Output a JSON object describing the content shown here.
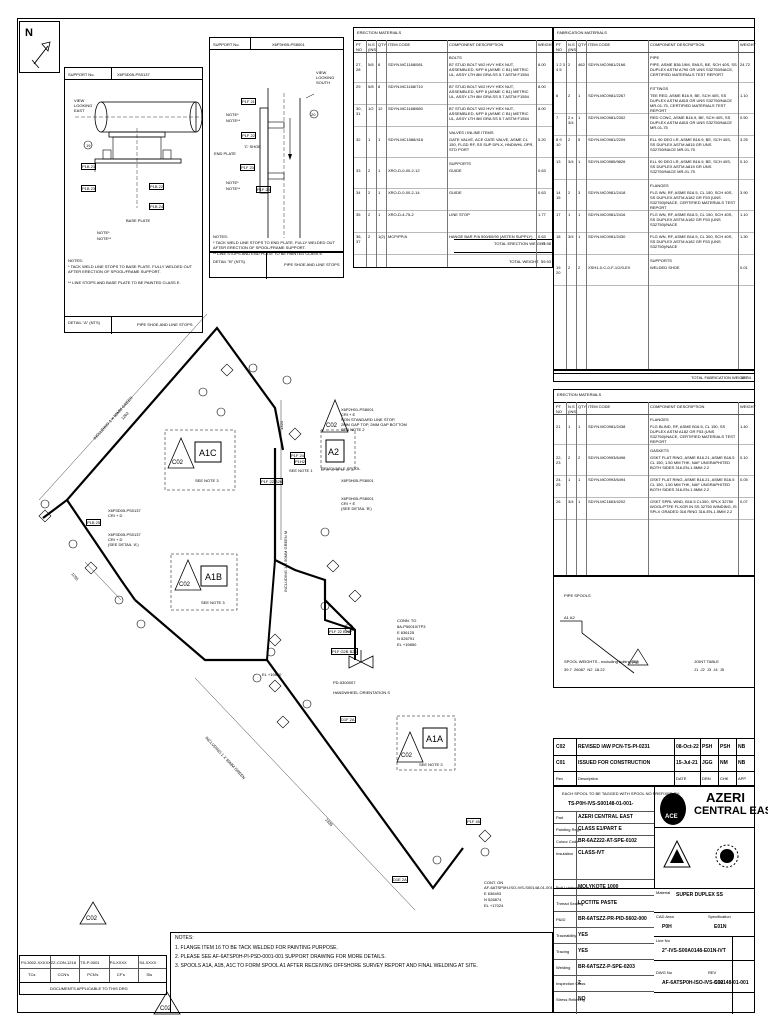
{
  "north": {
    "label": "N"
  },
  "detail_a": {
    "support_label": "SUPPORT No.",
    "support_no": "X6P3D05-PS0137",
    "view_label": "VIEW LOOKING EAST",
    "base_plate": "BASE PLATE",
    "note": "NOTE*",
    "note2": "NOTE**",
    "tags": [
      "P1B 21",
      "P1B 22",
      "P1B 23",
      "P1B 24"
    ],
    "notes_title": "NOTES:",
    "notes": [
      "* TACK WELD LINE STOPS TO BASE PLATE. FULLY WELDED OUT AFTER ERECTION OF SPOOL/FRAME SUPPORT.",
      "** LINE STOPS AND BASE PLATE TO BE PAINTED CLASS E."
    ],
    "title": "DETAIL \"A\" (NTS)",
    "title_right": "PIPE SHOE AND LINE STOPS"
  },
  "detail_b": {
    "support_label": "SUPPORT No.",
    "support_no": "X6P3H05-PS8001",
    "view_label": "VIEW LOOKING SOUTH",
    "end_plate": "END PLATE",
    "c_shoe": "'C' SHOE",
    "note": "NOTE*",
    "note2": "NOTE**",
    "tags": [
      "P1F 21",
      "P1F 22",
      "P1F 23",
      "P1F 24"
    ],
    "notes_title": "NOTES:",
    "notes": [
      "* TACK WELD LINE STOPS TO END PLATE. FULLY WELDED OUT AFTER ERECTION OF SPOOL/FRAME SUPPORT.",
      "** LINE STOPS AND END PLATE TO BE PAINTED CLASS E."
    ],
    "title": "DETAIL \"B\" (NTS)",
    "title_right": "PIPE SHOE AND LINE STOPS"
  },
  "erection_materials": {
    "header": "ERECTION MATERIALS",
    "columns": [
      "PT NO",
      "N.S (INS)",
      "QTY",
      "ITEM CODE",
      "COMPONENT DESCRIPTION",
      "WEIGHT"
    ],
    "sections": [
      {
        "title": "BOLTS",
        "rows": [
          [
            "27, 28",
            "5/8",
            "8",
            "SDYN.MC1168/081",
            "B7 STUD BOLT W/2 HVY HEX NUT, ASSEMBLED, NFP 8 (ASME C B1) METRIC UL, ASSY LTH 8M GRA SS 5.7 ASTM F1554",
            "8.00"
          ],
          [
            "29",
            "5/8",
            "8",
            "SDYN.MC1168/710",
            "B7 STUD BOLT W/2 HVY HEX NUT, ASSEMBLED, NFP 8 (ASME C B1) METRIC UL, ASSY LTH 8M GRA SS 5.7 ASTM F1554",
            "8.00"
          ],
          [
            "30, 31",
            "1/2",
            "12",
            "SDYN.MC1168/680",
            "B7 STUD BOLT W/2 HVY HEX NUT, ASSEMBLED, NFP 8 (ASME C B1) METRIC UL, ASSY LTH 8M GRA SS 5.7 ASTM F1554",
            "8.00"
          ]
        ]
      },
      {
        "title": "VALVES / INLINE ITEMS",
        "rows": [
          [
            "32",
            "1",
            "1",
            "SDYN.MC1588/416",
            "GATE VALVE, ACE GATE VALVE, ASME CL 150, FLGD RF, SS SUP DPLX, HNDWHL OPR, STD PORT",
            "5.20"
          ]
        ]
      },
      {
        "title": "SUPPORTS",
        "rows": [
          [
            "33",
            "2",
            "1",
            "XRO-D-0-00-2-12",
            "GUIDE",
            "0.63"
          ],
          [
            "34",
            "2",
            "1",
            "XRO-D-0-00-2-14",
            "GUIDE",
            "0.63"
          ],
          [
            "35",
            "2",
            "1",
            "XRO-D-4-75-2",
            "LINE STOP",
            "1.77"
          ],
          [
            "36, 37",
            "2",
            "1(2)M",
            "MCP/PP/A",
            "HANGE BAR P/A 500/60/90 (ASTEN SUPPLY)",
            "0.63"
          ]
        ]
      }
    ],
    "total_erection_label": "TOTAL ERECTION WEIGHT",
    "total_erection": "15.98",
    "total_label": "TOTAL WEIGHT",
    "total": "59.93"
  },
  "fabrication_materials": {
    "header": "FABRICATION MATERIALS",
    "columns": [
      "PT NO",
      "N.S (INS)",
      "QTY",
      "ITEM CODE",
      "COMPONENT DESCRIPTION",
      "WEIGHT"
    ],
    "sections": [
      {
        "title": "PIPE",
        "rows": [
          [
            "1 2 3 4 5",
            "2",
            "4628MM",
            "SDYN.MC0981/2166",
            "PIPE, ASME B36.19M, SMLS, BE, SCH 40S, SS DUPLEX ASTM A790 GR UNS S32750/NACE, CERTIFIED MATERIALS TEST REPORT",
            "24.72"
          ]
        ]
      },
      {
        "title": "FITTINGS",
        "rows": [
          [
            "6",
            "2",
            "1",
            "SDYN.MC0981/2267",
            "TEE RED, ASME B16.9, BE, SCH 40S, SS DUPLEX ASTM A815 GR UNS S32750/NACE MR-01-75, CERTIFIED MATERIALS TEST REPORT",
            "1.10"
          ],
          [
            "7",
            "2 x 3/4",
            "1",
            "SDYN.MC0981/2302",
            "RED CONC, ASME B16.9, BE, SCH 40S, SS DUPLEX ASTM A815 GR UNS S32750/NACE MR-01-75",
            "0.50"
          ],
          [
            "8 9 10 11 12",
            "2",
            "5",
            "SDYN.MC0981/2209",
            "ELL 90 DEG LR, ASME B16.9, BE, SCH 40S, SS DUPLEX ASTM A815 GR UNS S32750/NACE MR-01-75",
            "3.25"
          ],
          [
            "13",
            "3/4",
            "1",
            "SDYN.MC0985/9826",
            "ELL 90 DEG LR, ASME B16.9, BE, SCH 40S, SS DUPLEX ASTM A815 GR UNS S32750/NACE MR-01-75",
            "0.10"
          ]
        ]
      },
      {
        "title": "FLANGES",
        "rows": [
          [
            "14 15 16",
            "2",
            "3",
            "SDYN.MC0981/2418",
            "FLG WN, RF, ASME B16.5, CL 150, SCH 40S, SS DUPLEX ASTM A182 GR F53 (UNS S32750)/NACE, CERTIFIED MATERIALS TEST REPORT",
            "3.90"
          ],
          [
            "17",
            "1",
            "1",
            "SDYN.MC0981/2416",
            "FLG WN, RF, ASME B16.5, CL 150, SCH 40S, SS DUPLEX ASTM A182 GR F53 (UNS S32750)/NACE",
            "1.10"
          ],
          [
            "18",
            "3/4",
            "1",
            "SDYN.MC0981/2430",
            "FLG WN, RF, ASME B16.5, CL 300, SCH 40S, SS DUPLEX ASTM A182 GR F53 (UNS S32750)/NACE",
            "1.30"
          ]
        ]
      },
      {
        "title": "SUPPORTS",
        "rows": [
          [
            "19 20",
            "2",
            "2",
            "XSH1-0-C-0-F-1/2/0-EX",
            "WELDED SHOE",
            "0.01"
          ]
        ]
      }
    ],
    "total_label": "TOTAL FABRICATION WEIGHT",
    "total": "43.94"
  },
  "erection_materials_2": {
    "header": "ERECTION MATERIALS",
    "columns": [
      "PT NO",
      "N.S (INS)",
      "QTY",
      "ITEM CODE",
      "COMPONENT DESCRIPTION",
      "WEIGHT"
    ],
    "sections": [
      {
        "title": "FLANGES",
        "rows": [
          [
            "21",
            "1",
            "1",
            "SDYN.MC0981/2438",
            "FLG BLIND, RF, ASME B16.5, CL 150, SS DUPLEX ASTM A182 GR F53 (UNS S32750)/NACE, CERTIFIED MATERIALS TEST REPORT",
            "1.40"
          ]
        ]
      },
      {
        "title": "GASKETS",
        "rows": [
          [
            "22, 23",
            "2",
            "2",
            "SDYN.MC0993/6496",
            "GSKT FLAT RING, ASME B16.21, ASME B16.5 CL 150, 1.50 MM THK, NAF UNGRAPHITED BOTH SIDES 316-EN-1.5MM 2.2",
            "0.10"
          ],
          [
            "24, 25",
            "1",
            "1",
            "SDYN.MC0993/6494",
            "GSKT FLAT RING, ASME B16.21, ASME B16.5 CL 150, 1.50 MM THK, NAF UNGRAPHITED BOTH SIDES 316-EN-1.5MM 2.2",
            "0.05"
          ],
          [
            "26",
            "3/4",
            "1",
            "SDYN.MC1663/4202",
            "GSKT SPRL WND, B16.5 CL300, SPLX 32750 WOOL/PTFE FLXGR IN SS 32750 WINDING, IS SPLX GRADED 316 RING 316-EN-1.5MM 2.2",
            "0.07"
          ]
        ]
      }
    ]
  },
  "pipe_spools": {
    "title": "PIPE SPOOLS",
    "spool": "A1 A2",
    "weights_note": "SPOOL WEIGHTS - excluding bolting (kg)",
    "weights": "39.7  26087  N2  18.22",
    "joint_table_title": "JOINT TABLE",
    "joints": "J1  J2  J3  J4  J5"
  },
  "revisions": {
    "rows": [
      {
        "rev": "C02",
        "desc": "REVISED IAW PCN-TS-PI-0231",
        "date": "08-Oct-22",
        "drn": "PSH",
        "chk": "PSH",
        "app": "NB"
      },
      {
        "rev": "C01",
        "desc": "ISSUED FOR CONSTRUCTION",
        "date": "15-Jul-21",
        "drn": "JGG",
        "chk": "NM",
        "app": "NB"
      }
    ],
    "header": {
      "rev": "Rev",
      "desc": "Description",
      "date": "DATE",
      "drn": "DRN",
      "chk": "CHK",
      "app": "APP"
    }
  },
  "title_block": {
    "tag_note": "EACH SPOOL TO BE TAGGED WITH SPOOL NO PREFIXED BY:",
    "tag_prefix": "TS-P0H-IVS-S00148-01-001-",
    "part_label": "Part",
    "part": "AZERI CENTRAL EAST",
    "painting_label": "Painting Regd",
    "painting": "CLASS E1/PART E",
    "colour_label": "Colour Code",
    "colour": "BR-6AZ222-AT-SPE-0102",
    "insulation_label": "Insulation",
    "insulation": "CLASS-IVT",
    "bolt_label": "Bolt Lubrication",
    "bolt": "MOLYKOTE 1000",
    "thread_label": "Thread Sealing",
    "thread": "LOCTITE PASTE",
    "pid_label": "P&ID",
    "pid": "BR-6ATSZZ-PR-PID-5602-000",
    "trace_label": "Traceability",
    "trace": "YES",
    "tracing_label": "Tracing",
    "tracing": "YES",
    "welding_label": "Welding",
    "welding": "BR-6ATSZZ-P-SPE-0203",
    "inspection_label": "Inspection Class",
    "inspection": "2",
    "stress_label": "Stress Relieving",
    "stress": "NO",
    "material_label": "Material",
    "material": "SUPER DUPLEX SS",
    "cad_label": "CAD Area",
    "cad": "P0H",
    "spec_label": "Specification",
    "spec": "E01N",
    "line_label": "Line No",
    "line": "2\"-IVS-S00A0148-E01N-IVT",
    "dwg_label": "DWG No",
    "dwg": "AF-6ATSP0H-ISO-IVS-S00148-01-001",
    "rev_label": "REV",
    "rev": "C02",
    "logo_azeri": "AZERI",
    "logo_central": "CENTRAL EAST",
    "logo_ace": "ACE"
  },
  "docs_table": {
    "cells": [
      "P4-3002-XXXXX",
      "ZZ-CON-1218",
      "TS-P-0001",
      "P4-XXXX",
      "S4-XXXX"
    ],
    "heads": [
      "TCs",
      "CCN's",
      "PCN's",
      "CF's",
      "SIs"
    ],
    "footer": "DOCUMENTS APPLICABLE TO THIS DRG"
  },
  "notes": {
    "title": "NOTES:",
    "items": [
      "1. FLANGE ITEM 16 TO BE TACK WELDED FOR PAINTING PURPOSE.",
      "2. PLEASE SEE AF-6ATSP0H-PI-PSD-0001-001 SUPPORT DRAWING FOR MORE DETAILS.",
      "3. SPOOLS A1A, A1B, A1C TO FORM SPOOL A1 AFTER RECEIVING OFFSHORE SURVEY REPORT AND FINAL WELDING AT SITE."
    ]
  },
  "iso": {
    "spools": [
      "A1C",
      "A2",
      "A1B",
      "A1A"
    ],
    "see_note": "SEE NOTE 3",
    "see_note1": "SEE NOTE 1",
    "removable": "REMOVABLE SPOOL",
    "rev_tag": "C02",
    "incl_top": "INCLUDING 1 X 50MM GREEN",
    "incl_mid": "INCLUDING 1 X 50MM GREEN M",
    "incl_bot": "INCLUDING 1 X 50MM GREEN",
    "sup1": [
      "X6P2H01-PS8001",
      "CRI + E",
      "NON STANDARD LINE STOP,",
      "2MM GAP TOP, 2MM GAP BOTTOM",
      "SEE NOTE 2"
    ],
    "sup2": [
      "X6P3H05-PS8001"
    ],
    "sup3": [
      "X6P3H05-PS8001",
      "CRI + E",
      "(SEE DETAIL 'B')"
    ],
    "sup_left1": [
      "X6P3D05-PS0137",
      "CRI + D"
    ],
    "sup_left2": [
      "X6P3D05-PS0137",
      "CRI + D",
      "(SEE DETAIL 'A')"
    ],
    "conn_to": [
      "CONN. TO",
      "8A-P50010/TP3",
      "E 636125",
      "N 526791",
      "EL +19850"
    ],
    "cont_on": [
      "CONT. ON",
      "AF-6ATSP0H-ISO-IVS-S00148-01-001",
      "E 636493",
      "N 526874",
      "EL +17024"
    ],
    "valve": [
      "PD-5300007",
      "HANDWHEEL ORIENTATION S"
    ],
    "el1": "EL +19850",
    "tag_labels": [
      "P1F 22 B26",
      "P1H2",
      "P1F 24",
      "P1B 25",
      "P1F 22 B28",
      "P1F G2B B28",
      "D1F 2A",
      "P1F 45",
      "D1E 2A"
    ],
    "dims": [
      "1262",
      "1295",
      "1320",
      "2335"
    ]
  }
}
